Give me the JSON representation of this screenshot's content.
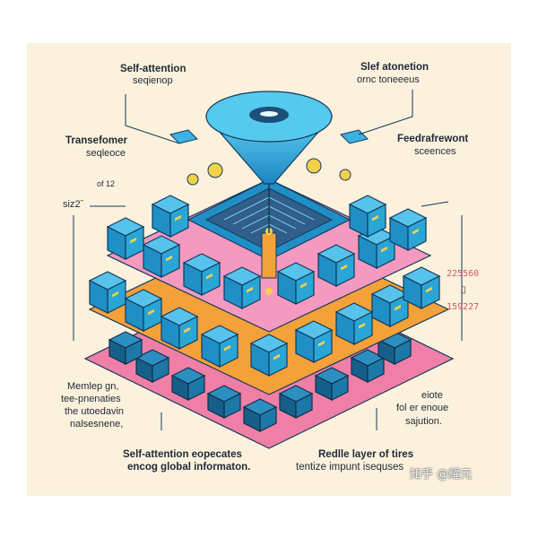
{
  "labels": {
    "top_left_title": "Self-attention",
    "top_left_sub": "seqienop",
    "top_right_title": "Slef atonetion",
    "top_right_sub": "ornc toneeeus",
    "mid_left_title": "Transefomer",
    "mid_left_sub": "seqleoce",
    "mid_right_title": "Feedrafrewont",
    "mid_right_sub": "sceences",
    "small_left_1": "siz2ˉ",
    "small_left_2": "of 12",
    "right_num_top": "225560",
    "right_num_bottom": "159227",
    "left_bottom_1": "Memlep gn,",
    "left_bottom_2": "tee-pnenaties",
    "left_bottom_3": "the utoedavin",
    "left_bottom_4": "nalsesnene,",
    "right_bottom_1": "eiote",
    "right_bottom_2": "fol er enoue",
    "right_bottom_3": "sajution.",
    "bottom_left_1": "Self-attention eopecates",
    "bottom_left_2": "encog global informaton.",
    "bottom_right_1": "Redlle layer of tires",
    "bottom_right_2": "tentize impunt isequses",
    "watermark": "知乎 @耀元"
  },
  "colors": {
    "background": "#fbf1dd",
    "cube_blue": "#2aa6d6",
    "cube_dark": "#1b6a95",
    "layer_orange": "#f5a13a",
    "layer_pink": "#ef7fa6",
    "funnel": "#2fb2e3",
    "text": "#1f2a36",
    "numbers": "#d9546a"
  }
}
